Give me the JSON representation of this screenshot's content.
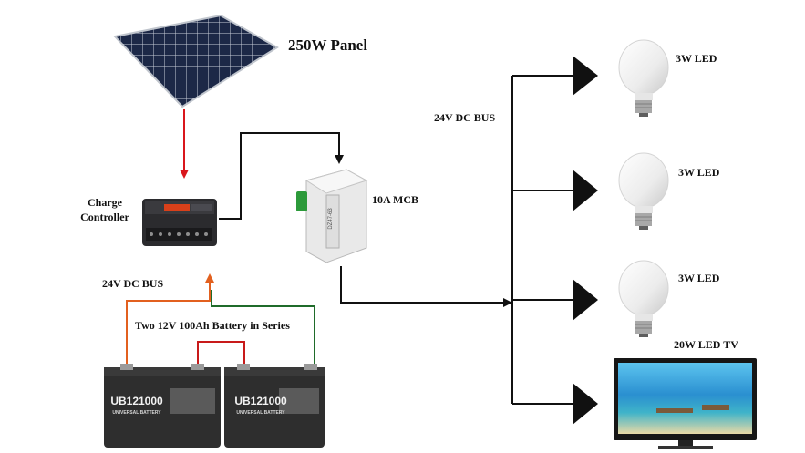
{
  "labels": {
    "panel": "250W Panel",
    "charge_controller": "Charge Controller",
    "mcb": "10A MCB",
    "dc_bus_left": "24V DC BUS",
    "battery": "Two 12V 100Ah  Battery in Series",
    "dc_bus_right": "24V DC BUS",
    "led_1": "3W LED",
    "led_2": "3W LED",
    "led_3": "3W LED",
    "tv": "20W LED TV"
  },
  "battery_markings": {
    "model_1": "UB121000",
    "brand_1": "UNIVERSAL BATTERY",
    "model_2": "UB121000",
    "brand_2": "UNIVERSAL BATTERY"
  },
  "mcb_marking": "DZ47-63",
  "colors": {
    "wire_dc": "#111111",
    "wire_panel": "#d9161c",
    "wire_positive": "#e2601f",
    "wire_negative": "#1f6b2a",
    "wire_series": "#c81a1a",
    "panel_cell": "#1c2847",
    "controller_body": "#2b2b2e",
    "controller_display": "#d9401a",
    "battery_case": "#2e2e2e",
    "tv_screen": "#2a8fd0",
    "bulb": "#f1f1f1"
  }
}
